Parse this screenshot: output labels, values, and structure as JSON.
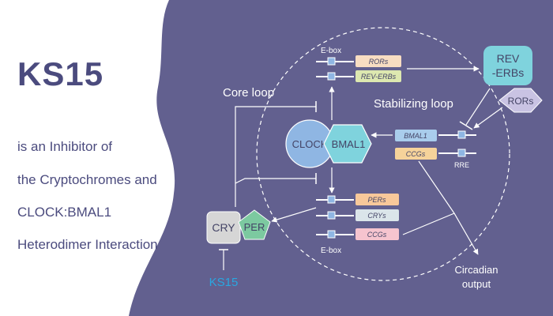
{
  "left_panel": {
    "title": "KS15",
    "lines": [
      "is an Inhibitor of",
      "the Cryptochromes and",
      "CLOCK:BMAL1",
      "Heterodimer Interaction"
    ]
  },
  "diagram": {
    "core_loop_label": "Core loop",
    "stabilizing_loop_label": "Stabilizing loop",
    "ebox_top": "E-box",
    "ebox_bottom": "E-box",
    "rre_label": "RRE",
    "genes_top": [
      "RORs",
      "REV-ERBs"
    ],
    "genes_mid": [
      "BMAL1",
      "CCGs"
    ],
    "genes_bottom": [
      "PERs",
      "CRYs",
      "CCGs"
    ],
    "rev_erbs": [
      "REV",
      "-ERBs"
    ],
    "rors": "RORs",
    "clock": "CLOCK",
    "bmal1": "BMAL1",
    "cry": "CRY",
    "per": "PER",
    "ks15": "KS15",
    "circadian_output": [
      "Circadian",
      "output"
    ]
  },
  "colors": {
    "background_purple": "#62608f",
    "title_text": "#4b4b7e",
    "ks15_accent": "#29a7e1",
    "clock_blue": "#8fb6e3",
    "bmal1_teal": "#7fd3dd",
    "per_green": "#7cc9a0",
    "rors_lavender": "#c9c3e3",
    "rors_box": "#f8ddc2",
    "rev_erbs_box": "#dde8b0",
    "bmal1_box": "#a9cdec",
    "ccgs_box": "#f6d39a",
    "pers_box": "#f8c89a",
    "crys_box": "#dbe5ea",
    "ccgs_pink_box": "#f6c4cf"
  }
}
